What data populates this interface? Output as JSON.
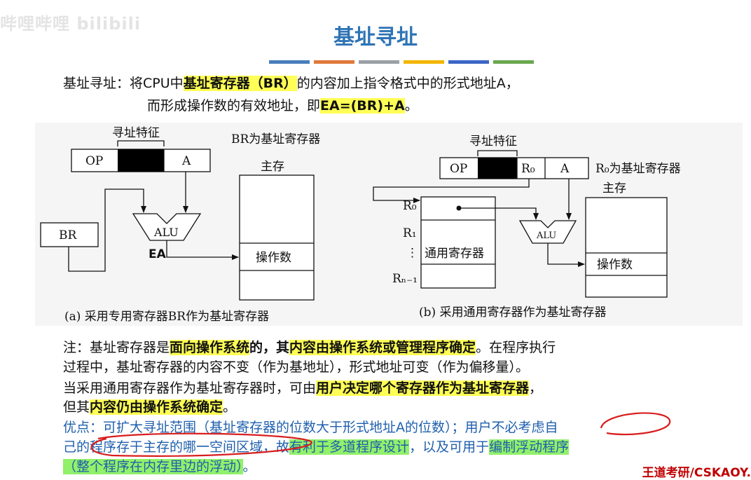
{
  "watermark": "哔哩哔哩 bilibili",
  "title": "基址寻址",
  "colors": [
    "#4a7ebb",
    "#e07a3a",
    "#9aa0a6",
    "#f2b600",
    "#3b66c6",
    "#6aa84f"
  ],
  "definition": {
    "l1_pre": "基址寻址：将CPU中",
    "l1_hl": "基址寄存器（BR）",
    "l1_post": "的内容加上指令格式中的形式地址A，",
    "l2_pre": "而形成操作数的有效地址，即",
    "l2_hl": "EA=(BR)+A",
    "l2_post": "。"
  },
  "diagram_a": {
    "feature_label": "寻址特征",
    "op": "OP",
    "a": "A",
    "br_note": "BR为基址寄存器",
    "memory_label": "主存",
    "br": "BR",
    "alu": "ALU",
    "ea": "EA",
    "operand": "操作数",
    "caption": "(a) 采用专用寄存器BR作为基址寄存器"
  },
  "diagram_b": {
    "feature_label": "寻址特征",
    "op": "OP",
    "r0_field": "R₀",
    "a": "A",
    "r0_note": "R₀为基址寄存器",
    "memory_label": "主存",
    "r0": "R₀",
    "r1": "R₁",
    "dots": "⋮",
    "rn": "Rₙ₋₁",
    "gpr": "通用寄存器",
    "alu": "ALU",
    "operand": "操作数",
    "caption": "(b) 采用通用寄存器作为基址寄存器"
  },
  "note": {
    "l1_pre": "注：基址寄存器是",
    "l1_hl1": "面向操作系统",
    "l1_mid": "的，其",
    "l1_hl2": "内容由操作系统或管理程序确定",
    "l1_post": "。在程序执行",
    "l2": "过程中，基址寄存器的内容不变（作为基地址），形式地址可变（作为偏移量）。",
    "l3_pre": "当采用通用寄存器作为基址寄存器时，可由",
    "l3_hl": "用户决定哪个寄存器作为基址寄存器",
    "l3_post": "，",
    "l4_pre": "但其",
    "l4_hl": "内容仍由操作系统确定",
    "l4_post": "。"
  },
  "advantage": {
    "l1_pre": "优点：可扩大寻址范围（基址寄存器的位数大于形式地址A的位数）；用户",
    "l1_mark": "不必考虑",
    "l1_post": "自",
    "l2_pre": "己的",
    "l2_mark": "程序存于主存的哪一空间区域",
    "l2_mid": "，故",
    "l2_hl1": "有利于多道程序设计",
    "l2_mid2": "，以及可用于",
    "l2_hl2": "编制浮动程序",
    "l3_hl": "（整个程序在内存里边的浮动）",
    "l3_post": "。"
  },
  "brand": "王道考研/CSKAOY."
}
